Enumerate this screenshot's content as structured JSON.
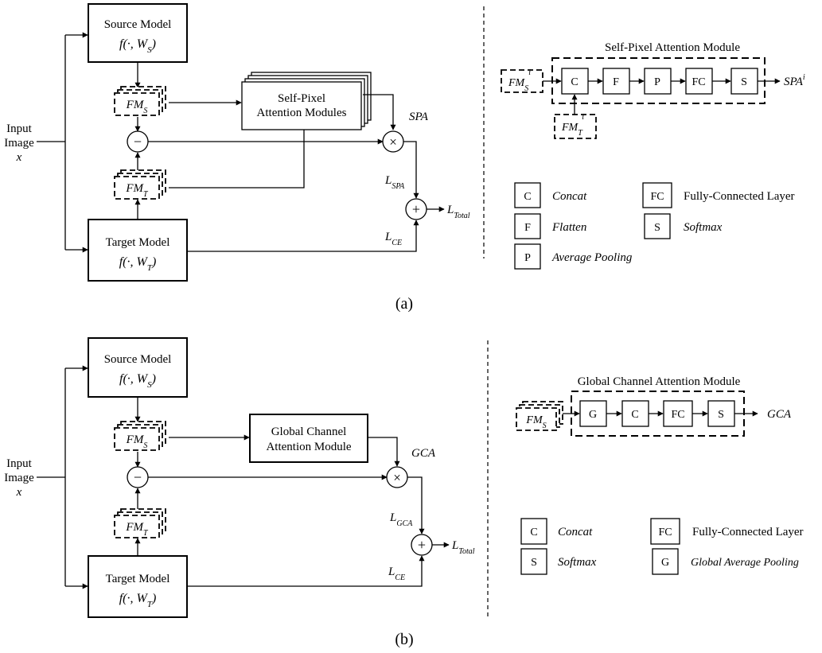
{
  "colors": {
    "ink": "#000000",
    "background": "#ffffff"
  },
  "panel_a": {
    "caption": "(a)",
    "input_lines": [
      "Input",
      "Image",
      "x"
    ],
    "source_model": {
      "name": "Source Model",
      "func": "f(·, W",
      "sub": "S",
      "close": ")"
    },
    "target_model": {
      "name": "Target Model",
      "func": "f(·, W",
      "sub": "T",
      "close": ")"
    },
    "fm_source": {
      "base": "FM",
      "sub": "S"
    },
    "fm_target": {
      "base": "FM",
      "sub": "T"
    },
    "attention_box": [
      "Self-Pixel",
      "Attention Modules"
    ],
    "minus_symbol": "−",
    "times_symbol": "×",
    "plus_symbol": "+",
    "attention_output": "SPA",
    "loss_attention": {
      "base": "L",
      "sub": "SPA"
    },
    "loss_ce": {
      "base": "L",
      "sub": "CE"
    },
    "loss_total": {
      "base": "L",
      "sub": "Total"
    },
    "module": {
      "title": "Self-Pixel Attention Module",
      "input_source": {
        "base": "FM",
        "sub": "S",
        "sup": "i"
      },
      "input_target": {
        "base": "FM",
        "sub": "T",
        "sup": "i"
      },
      "blocks": [
        "C",
        "F",
        "P",
        "FC",
        "S"
      ],
      "output": {
        "base": "SPA",
        "sup": "i"
      }
    },
    "legend": [
      {
        "symbol": "C",
        "label": "Concat",
        "italic": true
      },
      {
        "symbol": "F",
        "label": "Flatten",
        "italic": true
      },
      {
        "symbol": "P",
        "label": "Average Pooling",
        "italic": true
      },
      {
        "symbol": "FC",
        "label": "Fully-Connected Layer",
        "italic": false
      },
      {
        "symbol": "S",
        "label": "Softmax",
        "italic": true
      }
    ]
  },
  "panel_b": {
    "caption": "(b)",
    "input_lines": [
      "Input",
      "Image",
      "x"
    ],
    "source_model": {
      "name": "Source Model",
      "func": "f(·, W",
      "sub": "S",
      "close": ")"
    },
    "target_model": {
      "name": "Target Model",
      "func": "f(·, W",
      "sub": "T",
      "close": ")"
    },
    "fm_source": {
      "base": "FM",
      "sub": "S"
    },
    "fm_target": {
      "base": "FM",
      "sub": "T"
    },
    "attention_box": [
      "Global Channel",
      "Attention Module"
    ],
    "minus_symbol": "−",
    "times_symbol": "×",
    "plus_symbol": "+",
    "attention_output": "GCA",
    "loss_attention": {
      "base": "L",
      "sub": "GCA"
    },
    "loss_ce": {
      "base": "L",
      "sub": "CE"
    },
    "loss_total": {
      "base": "L",
      "sub": "Total"
    },
    "module": {
      "title": "Global Channel Attention Module",
      "input_source": {
        "base": "FM",
        "sub": "S"
      },
      "blocks": [
        "G",
        "C",
        "FC",
        "S"
      ],
      "output": {
        "base": "GCA"
      }
    },
    "legend": [
      {
        "symbol": "C",
        "label": "Concat",
        "italic": true
      },
      {
        "symbol": "S",
        "label": "Softmax",
        "italic": true
      },
      {
        "symbol": "FC",
        "label": "Fully-Connected Layer",
        "italic": false
      },
      {
        "symbol": "G",
        "label": "Global Average Pooling",
        "italic": true
      }
    ]
  }
}
